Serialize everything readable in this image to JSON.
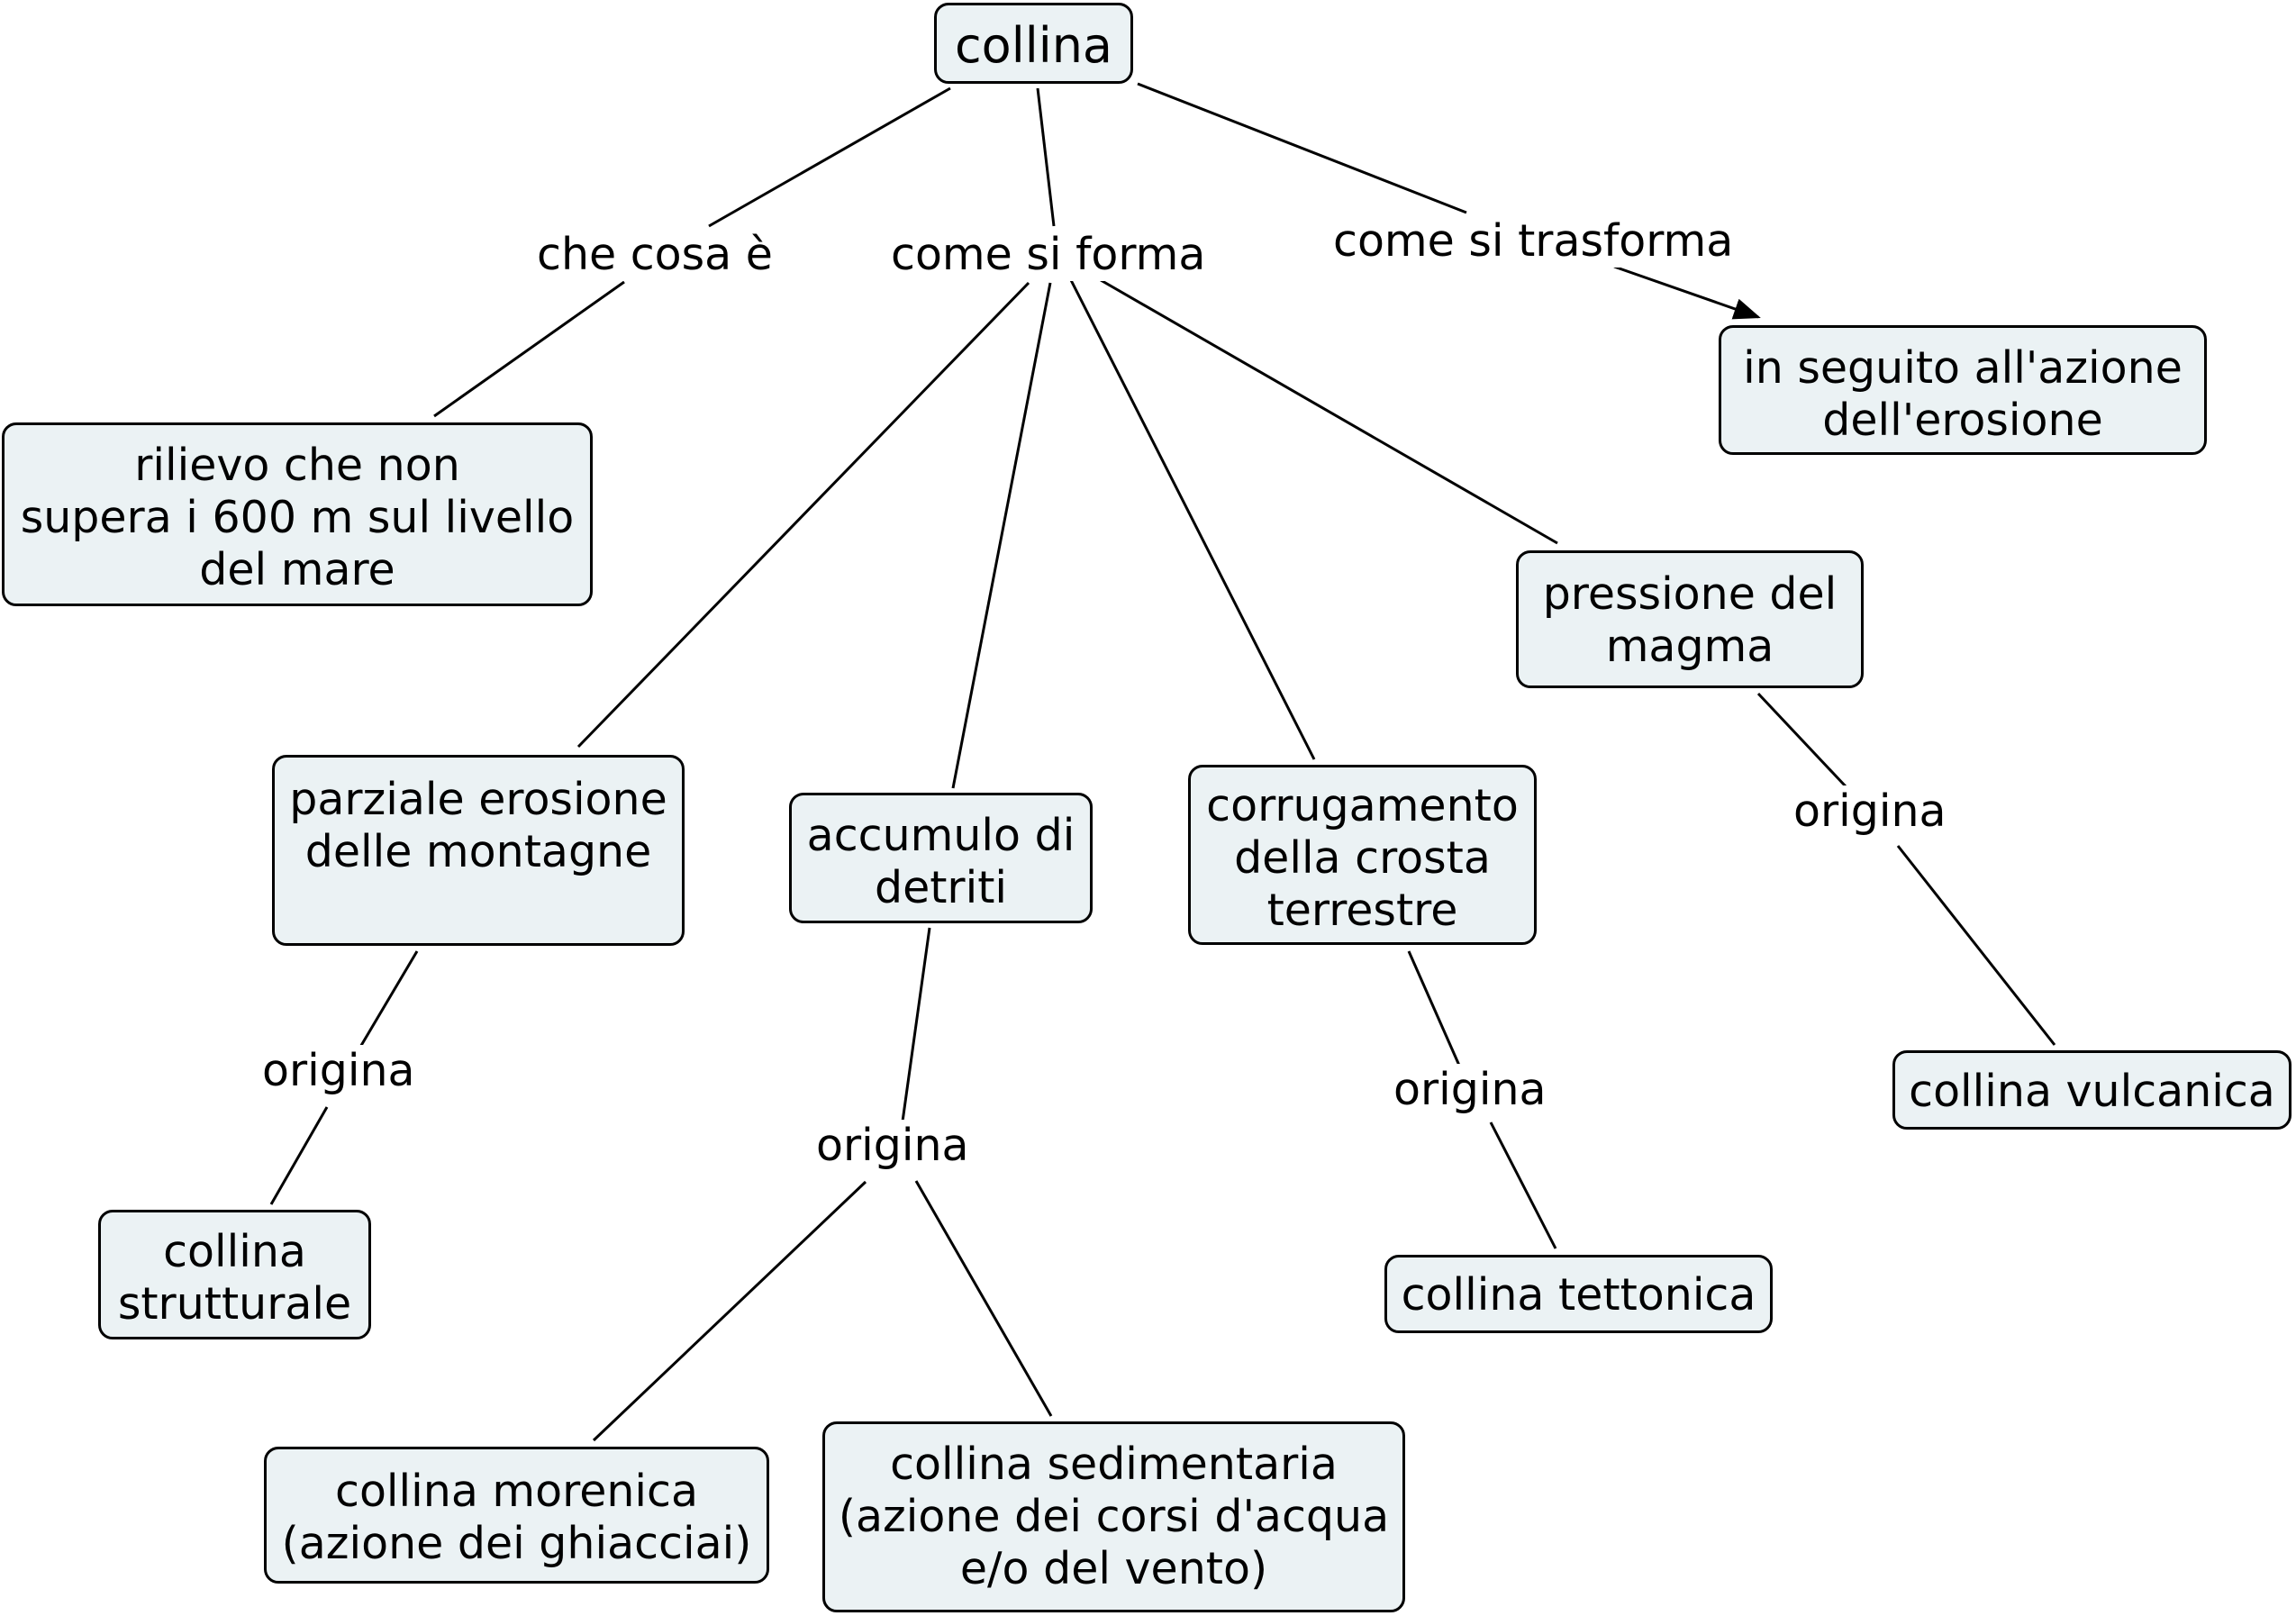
{
  "concept_map": {
    "root": "collina",
    "nodes": {
      "definition": "rilievo che non\nsupera i 600 m sul livello\ndel mare",
      "erosion": "in seguito all'azione\ndell'erosione",
      "partial_erosion": "parziale erosione\ndelle montagne",
      "debris": "accumulo di\ndetriti",
      "folding": "corrugamento\ndella crosta\nterrestre",
      "magma": "pressione del\nmagma",
      "structural": "collina\nstrutturale",
      "volcanic": "collina vulcanica",
      "tectonic": "collina tettonica",
      "moraine": "collina morenica\n(azione dei ghiacciai)",
      "sedimentary": "collina sedimentaria\n(azione dei corsi d'acqua\ne/o del vento)"
    },
    "link_labels": {
      "what_is": "che cosa è",
      "how_formed": "come si forma",
      "how_transformed": "come si trasforma",
      "origin_1": "origina",
      "origin_2": "origina",
      "origin_3": "origina",
      "origin_4": "origina"
    },
    "edges": [
      {
        "from": "collina",
        "label": "che cosa è",
        "to": "definition"
      },
      {
        "from": "collina",
        "label": "come si forma",
        "to": [
          "partial_erosion",
          "debris",
          "folding",
          "magma"
        ]
      },
      {
        "from": "collina",
        "label": "come si trasforma",
        "to": "erosion",
        "arrow": true
      },
      {
        "from": "partial_erosion",
        "label": "origina",
        "to": "structural"
      },
      {
        "from": "debris",
        "label": "origina",
        "to": [
          "moraine",
          "sedimentary"
        ]
      },
      {
        "from": "folding",
        "label": "origina",
        "to": "tectonic"
      },
      {
        "from": "magma",
        "label": "origina",
        "to": "volcanic"
      }
    ],
    "colors": {
      "node_fill": "#ebf2f4",
      "line": "#000000"
    }
  }
}
